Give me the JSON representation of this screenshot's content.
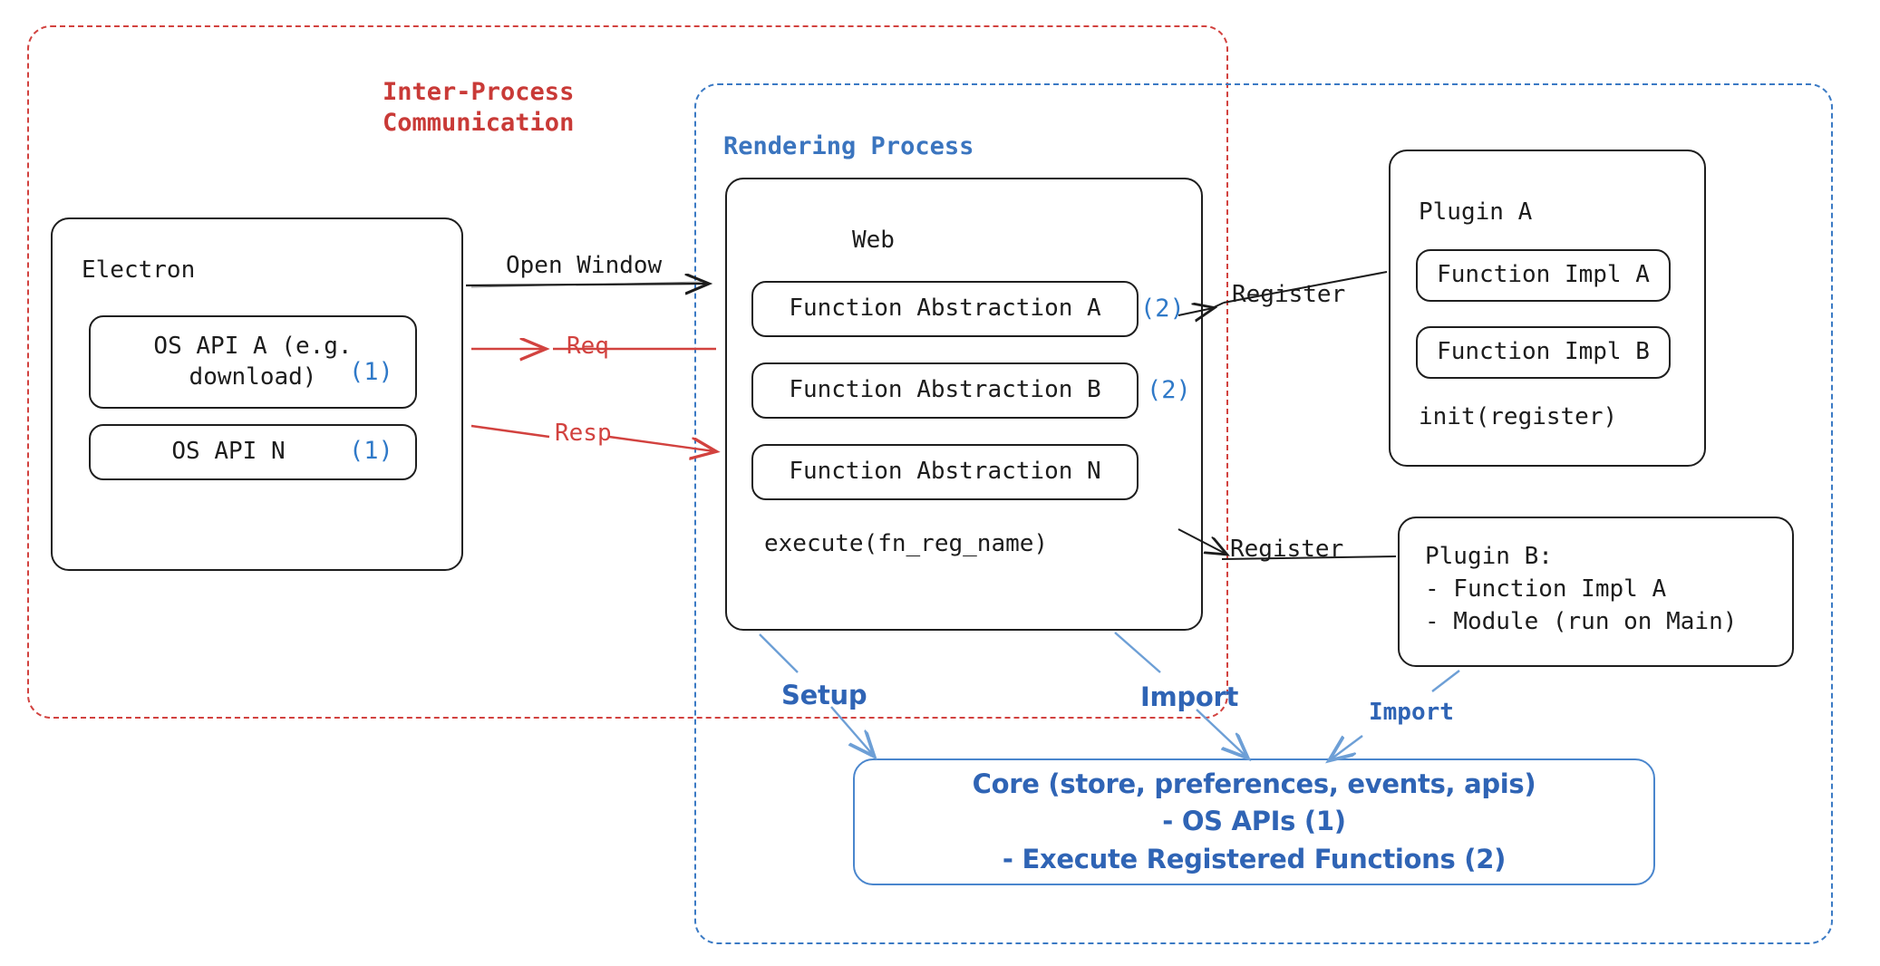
{
  "diagram": {
    "title": "Electron plugin architecture",
    "colors": {
      "ipc_red": "#d2423f",
      "render_blue": "#3b75bf",
      "core_blue": "#2f64b5",
      "tag_blue": "#2f79c8",
      "outline_black": "#1e1e1e"
    }
  },
  "regions": {
    "ipc": {
      "label": "Inter-Process\nCommunication"
    },
    "rendering": {
      "label": "Rendering Process"
    }
  },
  "electron": {
    "title": "Electron",
    "apis": [
      {
        "label": "OS API A (e.g.\ndownload)",
        "tag": "(1)"
      },
      {
        "label": "OS API N",
        "tag": "(1)"
      }
    ]
  },
  "web": {
    "title": "Web",
    "abstractions": [
      {
        "label": "Function Abstraction A",
        "tag": "(2)"
      },
      {
        "label": "Function Abstraction B",
        "tag": "(2)"
      },
      {
        "label": "Function Abstraction N",
        "tag": ""
      }
    ],
    "execute": "execute(fn_reg_name)"
  },
  "plugin_a": {
    "title": "Plugin A",
    "functions": [
      "Function Impl A",
      "Function Impl B"
    ],
    "init": "init(register)"
  },
  "plugin_b": {
    "lines": "Plugin B:\n- Function Impl A\n- Module (run on Main)"
  },
  "core": {
    "text": "Core (store, preferences, events, apis)\n- OS APIs (1)\n- Execute Registered Functions (2)"
  },
  "edges": {
    "open_window": "Open Window",
    "req": "Req",
    "resp": "Resp",
    "register_a": "Register",
    "register_b": "Register",
    "setup": "Setup",
    "import_web": "Import",
    "import_plugin": "Import"
  }
}
